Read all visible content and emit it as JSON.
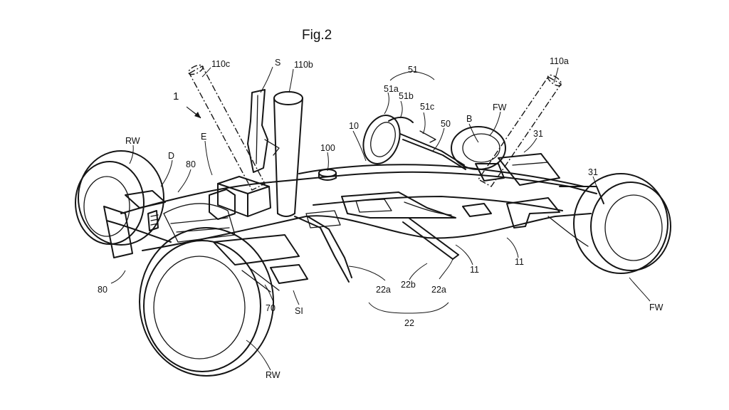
{
  "figure": {
    "title": "Fig.2",
    "labels": {
      "ref_1": "1",
      "ref_S": "S",
      "ref_110c": "110c",
      "ref_110b": "110b",
      "ref_110a": "110a",
      "ref_51": "51",
      "ref_51a": "51a",
      "ref_51b": "51b",
      "ref_51c": "51c",
      "ref_RW_left": "RW",
      "ref_E": "E",
      "ref_D": "D",
      "ref_80_top": "80",
      "ref_100": "100",
      "ref_10": "10",
      "ref_50": "50",
      "ref_B": "B",
      "ref_FW_top": "FW",
      "ref_31_top": "31",
      "ref_31_right": "31",
      "ref_80_bottom": "80",
      "ref_70": "70",
      "ref_SI": "SI",
      "ref_22a_left": "22a",
      "ref_22b": "22b",
      "ref_22a_right": "22a",
      "ref_11_mid": "11",
      "ref_11_right": "11",
      "ref_22": "22",
      "ref_RW_bottom": "RW",
      "ref_FW_bottom": "FW"
    }
  }
}
